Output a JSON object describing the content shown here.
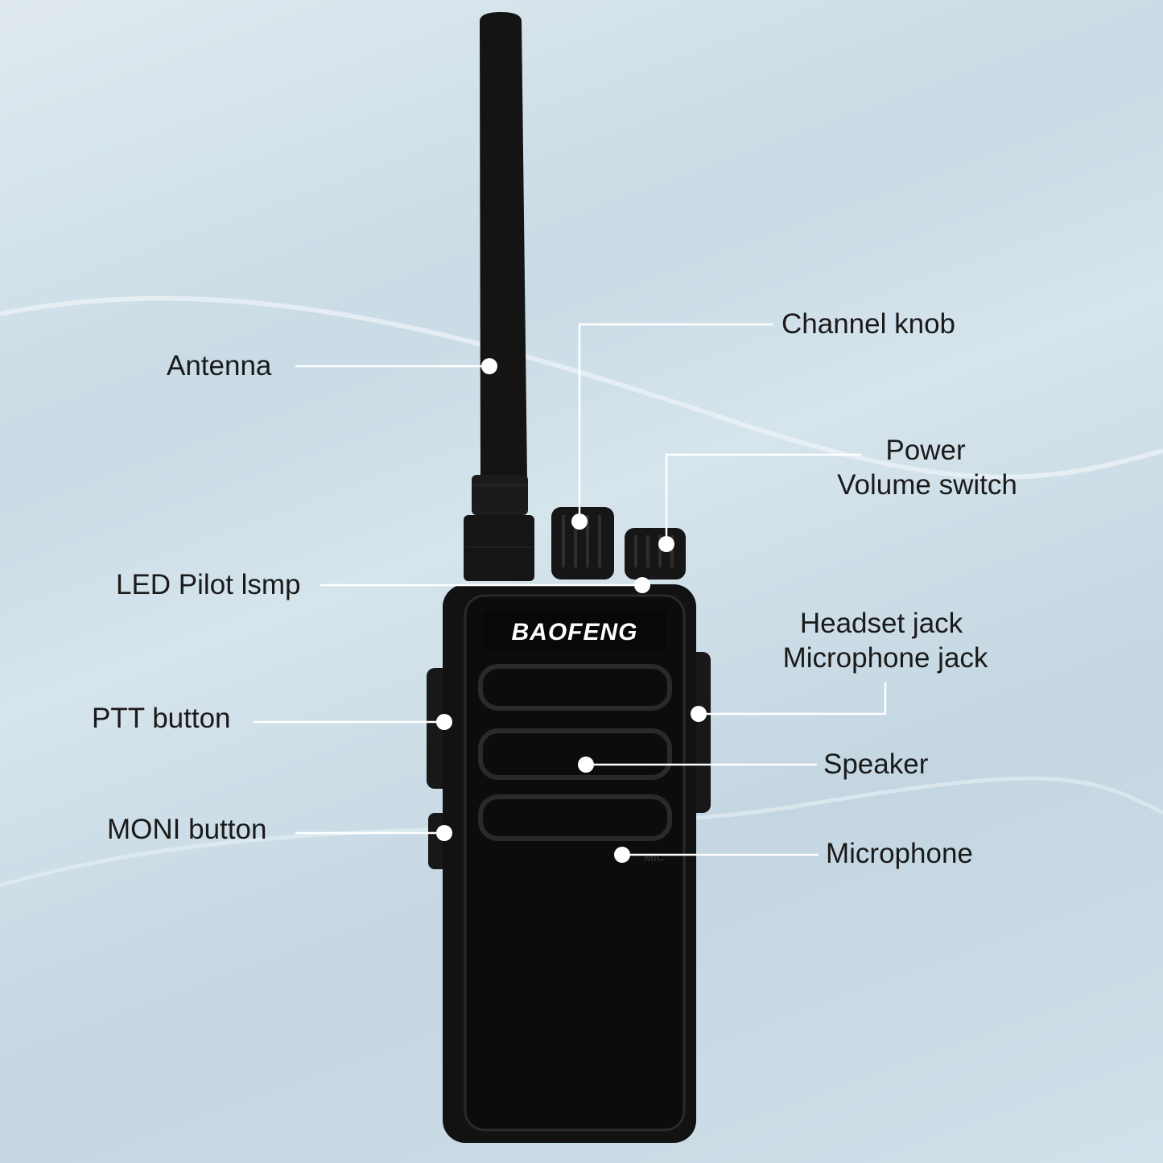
{
  "brand_logo": "BAOFENG",
  "mic_marking": "MIC",
  "colors": {
    "background": "#cddde7",
    "radio_body": "#111111",
    "leader_line": "#ffffff",
    "label_text": "#1a1a1a"
  },
  "callouts": {
    "antenna": "Antenna",
    "channel_knob": "Channel knob",
    "power_line1": "Power",
    "power_line2": "Volume switch",
    "led": "LED Pilot lsmp",
    "headset_line1": "Headset jack",
    "headset_line2": "Microphone jack",
    "ptt": "PTT button",
    "speaker": "Speaker",
    "moni": "MONI button",
    "microphone": "Microphone"
  }
}
